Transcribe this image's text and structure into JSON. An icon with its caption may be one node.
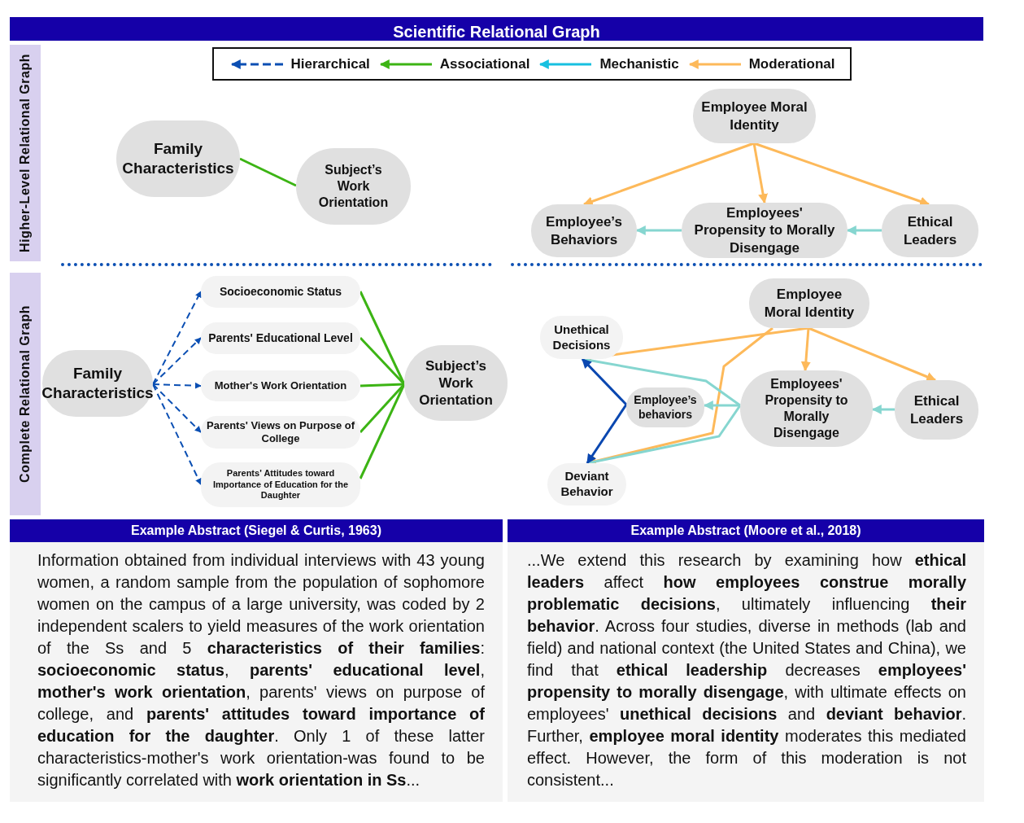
{
  "diagram": {
    "title": "Scientific Relational Graph",
    "nodes": [
      {
        "text": [
          "Family Characteristics"
        ]
      },
      {
        "text": [
          "Subject’s Work Orientation"
        ]
      },
      {
        "text": [
          "Employee Moral Identity"
        ]
      },
      {
        "text": [
          "Employee’s Behaviors"
        ]
      },
      {
        "text": [
          "Employees' Propensity to Morally Disengage"
        ]
      },
      {
        "text": [
          "Ethical Leaders"
        ]
      },
      {
        "text": [
          "Family Characteristics"
        ]
      },
      {
        "text": [
          "Socioeconomic Status"
        ]
      },
      {
        "text": [
          "Parents' Educational Level"
        ]
      },
      {
        "text": [
          "Mother's Work Orientation"
        ]
      },
      {
        "text": [
          "Parents' Views on Purpose of College"
        ]
      },
      {
        "text": [
          "Parents' Attitudes toward Importance of Education for the Daughter"
        ]
      },
      {
        "text": [
          "Subject’s Work Orientation"
        ]
      },
      {
        "text": [
          "Employee Moral Identity"
        ]
      },
      {
        "text": [
          "Unethical Decisions"
        ]
      },
      {
        "text": [
          "Employee’s behaviors"
        ]
      },
      {
        "text": [
          "Employees' Propensity to Morally Disengage"
        ]
      },
      {
        "text": [
          "Ethical Leaders"
        ]
      },
      {
        "text": [
          "Deviant Behavior"
        ]
      },
      {
        "text": [
          "Example Abstract (Siegel &  Curtis, 1963)",
          "Information obtained from individual interviews with 43 young women, a random sample from the population of sophomore women on the campus of a large university, was coded by 2 independent scalers to yield measures of the work orientation of the Ss and 5 **characteristics of their families**: **socioeconomic status**, **parents' educational level**, **mother's work orientation**, parents' views on purpose of college, and **parents' attitudes toward importance of education for the daughter**. Only 1 of these latter characteristics-mother's work orientation-was found to be significantly correlated with **work orientation in Ss**..."
        ]
      },
      {
        "text": [
          "Example Abstract (Moore et al., 2018)",
          "...We extend this research by examining how **ethical leaders** affect **how employees construe morally problematic decisions**, ultimately influencing **their behavior**.  Across four studies, diverse in methods (lab and field) and national context (the United States and China), we find that **ethical leadership** decreases **employees' propensity to morally disengage**, with ultimate effects on employees' **unethical decisions** and **deviant behavior**. Further, **employee moral identity** moderates this mediated effect. However, the form of this moderation is not consistent..."
        ]
      }
    ],
    "edges": [
      {
        "from": 0,
        "to": 1,
        "arrow": "none",
        "color": "#3cb414"
      },
      {
        "from": 2,
        "to": 3,
        "arrow": "to",
        "color": "#fdb95a"
      },
      {
        "from": 2,
        "to": 4,
        "arrow": "to",
        "color": "#fdb95a"
      },
      {
        "from": 2,
        "to": 5,
        "arrow": "to",
        "color": "#fdb95a"
      },
      {
        "from": 4,
        "to": 3,
        "arrow": "to",
        "color": "#86d6d0"
      },
      {
        "from": 5,
        "to": 4,
        "arrow": "to",
        "color": "#86d6d0"
      },
      {
        "from": 6,
        "to": 7,
        "arrow": "to",
        "style": "dashed",
        "color": "#0b4fb3"
      },
      {
        "from": 6,
        "to": 8,
        "arrow": "to",
        "style": "dashed",
        "color": "#0b4fb3"
      },
      {
        "from": 6,
        "to": 9,
        "arrow": "to",
        "style": "dashed",
        "color": "#0b4fb3"
      },
      {
        "from": 6,
        "to": 10,
        "arrow": "to",
        "style": "dashed",
        "color": "#0b4fb3"
      },
      {
        "from": 6,
        "to": 11,
        "arrow": "to",
        "style": "dashed",
        "color": "#0b4fb3"
      },
      {
        "from": 7,
        "to": 12,
        "arrow": "none",
        "color": "#3cb414"
      },
      {
        "from": 8,
        "to": 12,
        "arrow": "none",
        "color": "#3cb414"
      },
      {
        "from": 9,
        "to": 12,
        "arrow": "none",
        "color": "#3cb414"
      },
      {
        "from": 10,
        "to": 12,
        "arrow": "none",
        "color": "#3cb414"
      },
      {
        "from": 11,
        "to": 12,
        "arrow": "none",
        "color": "#3cb414"
      },
      {
        "from": 13,
        "to": 14,
        "arrow": "to",
        "color": "#fdb95a"
      },
      {
        "from": 13,
        "to": 16,
        "arrow": "to",
        "color": "#fdb95a"
      },
      {
        "from": 13,
        "to": 17,
        "arrow": "to",
        "color": "#fdb95a"
      },
      {
        "from": 13,
        "to": 18,
        "arrow": "to",
        "color": "#fdb95a"
      },
      {
        "from": 17,
        "to": 16,
        "arrow": "to",
        "color": "#86d6d0"
      },
      {
        "from": 16,
        "to": 15,
        "arrow": "to",
        "color": "#86d6d0"
      },
      {
        "from": 16,
        "to": 14,
        "arrow": "none",
        "color": "#86d6d0"
      },
      {
        "from": 16,
        "to": 18,
        "arrow": "none",
        "color": "#86d6d0"
      },
      {
        "from": 15,
        "to": 14,
        "arrow": "to",
        "color": "#0a47b0"
      },
      {
        "from": 15,
        "to": 18,
        "arrow": "to",
        "color": "#0a47b0"
      }
    ],
    "labels": [
      "Higher-Level Relational Graph",
      "Complete Relational Graph"
    ],
    "legend": [
      {
        "text": "Hierarchical",
        "color": "#0b4fb3"
      },
      {
        "text": "Associational",
        "color": "#3cb414"
      },
      {
        "text": "Mechanistic",
        "color": "#17c0e0"
      },
      {
        "text": "Moderational",
        "color": "#fdb95a"
      }
    ]
  }
}
